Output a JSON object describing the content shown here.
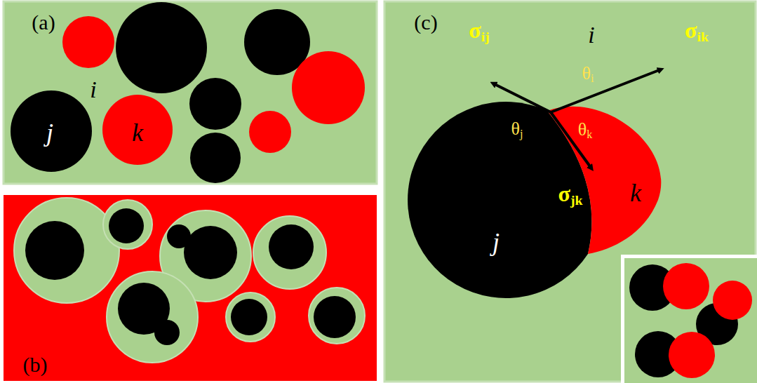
{
  "diagram": {
    "nodes": [
      {
        "text": [
          "(a)",
          "i"
        ]
      },
      {
        "text": [
          "j"
        ],
        "in": 0
      },
      {
        "text": [
          "k"
        ],
        "in": 0
      },
      {
        "text": [
          "(b)"
        ]
      },
      {
        "text": [
          "(c)",
          "i"
        ]
      },
      {
        "text": [
          "j"
        ],
        "in": 4
      },
      {
        "text": [
          "k"
        ],
        "in": 4
      }
    ],
    "labels": [
      "σij",
      "σik",
      "θi",
      "θj",
      "θk",
      "σjk"
    ]
  }
}
